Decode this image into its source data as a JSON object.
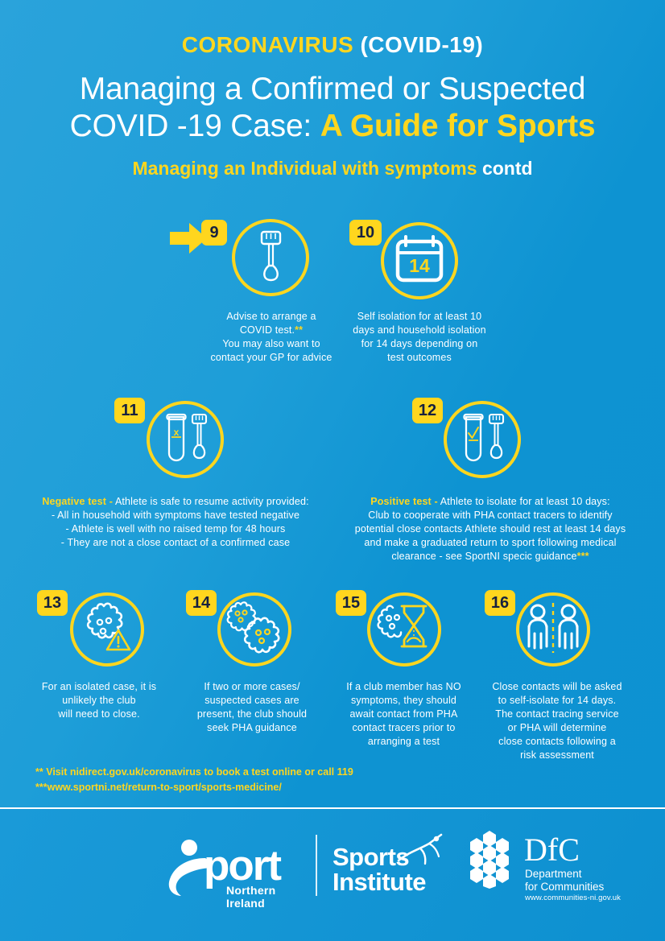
{
  "header": {
    "kicker_highlight": "CORONAVIRUS",
    "kicker_rest": " (COVID-19)",
    "title_line1": "Managing a Confirmed or Suspected",
    "title_line2_plain": "COVID -19 Case: ",
    "title_line2_highlight": "A Guide for Sports",
    "subtitle_main": "Managing an Individual with symptoms",
    "subtitle_contd": "contd"
  },
  "steps": [
    {
      "number": "9",
      "icon": "swab-icon",
      "caption_lines": [
        "Advise to arrange a",
        "COVID test.**",
        "You may also want to",
        "contact your GP for advice"
      ]
    },
    {
      "number": "10",
      "icon": "calendar-14-icon",
      "calendar_value": "14",
      "caption_lines": [
        "Self isolation for at least 10",
        "days and household isolation",
        "for 14 days depending on",
        "test outcomes"
      ]
    },
    {
      "number": "11",
      "icon": "test-tube-negative-icon",
      "tube_mark": "x",
      "caption_highlight": "Negative test -",
      "caption_lines": [
        " Athlete is safe to resume activity provided:",
        "- All in household with symptoms have tested negative",
        "- Athlete is well with no raised temp for 48 hours",
        "- They are not a close contact of a confirmed case"
      ]
    },
    {
      "number": "12",
      "icon": "test-tube-positive-icon",
      "tube_mark": "check",
      "caption_highlight": "Positive test -",
      "caption_lines": [
        " Athlete to isolate for at least 10 days:",
        "Club to cooperate with PHA contact tracers to identify",
        "potential close contacts Athlete should rest at least 14 days",
        "and make a graduated return to sport following medical",
        "clearance - see SportNI specic guidance***"
      ]
    },
    {
      "number": "13",
      "icon": "virus-warning-icon",
      "caption_lines": [
        "For an isolated case, it is",
        "unlikely the club",
        "will need to close."
      ]
    },
    {
      "number": "14",
      "icon": "two-viruses-icon",
      "caption_lines": [
        "If two or more cases/",
        "suspected cases are",
        "present, the club should",
        "seek PHA guidance"
      ]
    },
    {
      "number": "15",
      "icon": "virus-hourglass-icon",
      "caption_lines": [
        "If a club member has NO",
        "symptoms, they should",
        "await contact from PHA",
        "contact tracers prior to",
        "arranging a test"
      ]
    },
    {
      "number": "16",
      "icon": "social-distance-people-icon",
      "caption_lines": [
        "Close contacts will be asked",
        "to self-isolate for 14 days.",
        "The contact tracing service",
        "or PHA will determine",
        "close contacts following a",
        "risk assessment"
      ]
    }
  ],
  "footnotes": [
    "**  Visit nidirect.gov.uk/coronavirus to book a test online or call 119",
    "***www.sportni.net/return-to-sport/sports-medicine/"
  ],
  "footer": {
    "sport_ni_word": "port",
    "sport_ni_sub": "Northern Ireland",
    "sports_institute_line1": "Sports",
    "sports_institute_line2": "Institute",
    "dfc_name": "DfC",
    "dfc_dept_line1": "Department",
    "dfc_dept_line2": "for Communities",
    "dfc_url": "www.communities-ni.gov.uk"
  },
  "colors": {
    "background_blue": "#1b9ad6",
    "accent_yellow": "#ffd61e",
    "text_white": "#ffffff",
    "badge_text_navy": "#16213f"
  }
}
